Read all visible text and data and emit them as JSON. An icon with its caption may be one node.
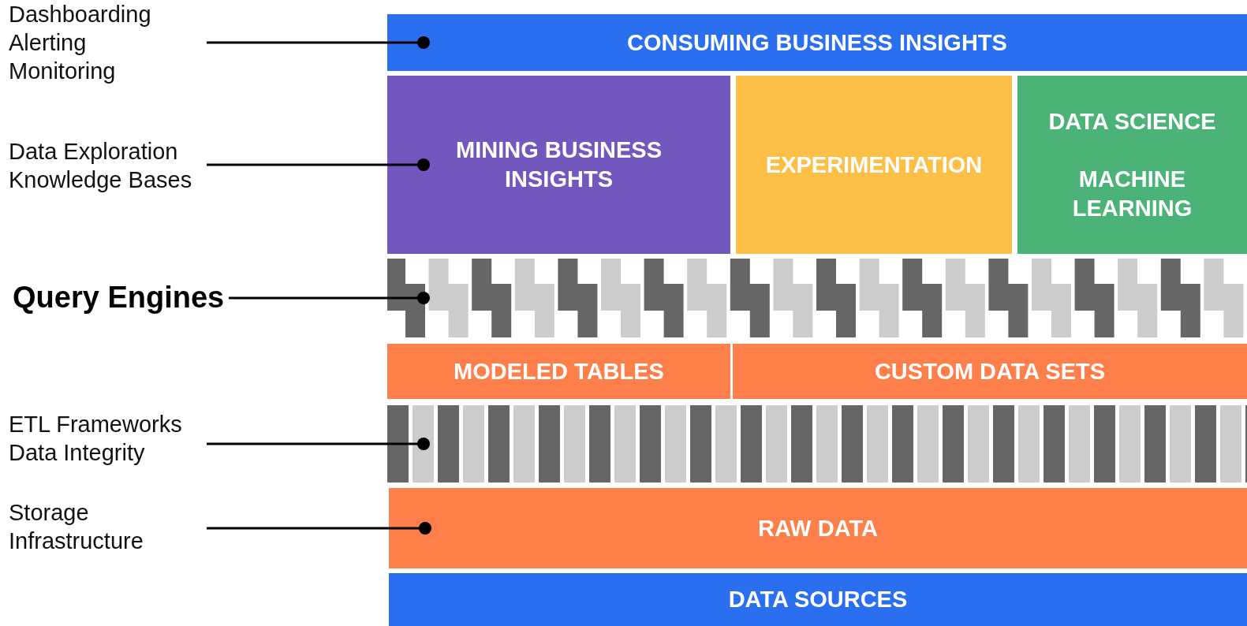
{
  "diagram": {
    "nodes": [
      {
        "text": [
          "Dashboarding",
          "Alerting",
          "Monitoring"
        ]
      },
      {
        "text": [
          "CONSUMING BUSINESS INSIGHTS"
        ]
      },
      {
        "text": [
          "Data Exploration",
          "Knowledge Bases"
        ]
      },
      {
        "text": [
          "MINING BUSINESS INSIGHTS"
        ]
      },
      {
        "text": [
          "EXPERIMENTATION"
        ]
      },
      {
        "text": [
          "DATA SCIENCE",
          "MACHINE LEARNING"
        ]
      },
      {
        "text": [
          "Query Engines"
        ]
      },
      {
        "text": [],
        "shape": "bar"
      },
      {
        "text": [
          "MODELED TABLES"
        ]
      },
      {
        "text": [
          "CUSTOM DATA SETS"
        ]
      },
      {
        "text": [
          "ETL Frameworks",
          "Data Integrity"
        ]
      },
      {
        "text": [],
        "shape": "bar"
      },
      {
        "text": [
          "Storage",
          "Infrastructure"
        ]
      },
      {
        "text": [
          "RAW DATA"
        ]
      },
      {
        "text": [
          "DATA SOURCES"
        ]
      }
    ],
    "edges": [
      {
        "from": 0,
        "to": 1,
        "arrow": "other"
      },
      {
        "from": 2,
        "to": 3,
        "arrow": "other"
      },
      {
        "from": 6,
        "to": 7,
        "arrow": "other"
      },
      {
        "from": 10,
        "to": 11,
        "arrow": "other"
      },
      {
        "from": 12,
        "to": 13,
        "arrow": "other"
      }
    ]
  }
}
